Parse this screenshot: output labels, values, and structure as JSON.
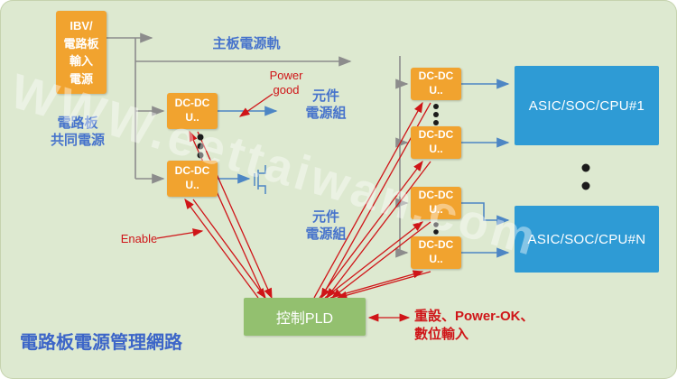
{
  "diagram": {
    "title": "電路板電源管理網路",
    "watermark": "WWW.eettaiwan.com",
    "input_power_label": "IBV/\n電路板\n輸入\n電源",
    "dcdc_units": [
      "DC-DC\nU..",
      "DC-DC\nU..",
      "DC-DC\nU..",
      "DC-DC\nU..",
      "DC-DC\nU..",
      "DC-DC\nU.."
    ],
    "loads": [
      "ASIC/SOC/CPU#1",
      "ASIC/SOC/CPU#N"
    ],
    "pld_label": "控制PLD",
    "labels": {
      "main_rail": "主板電源軌",
      "common_power": "電路板\n共同電源",
      "power_good": "Power\ngood",
      "component_group_top": "元件\n電源組",
      "component_group_bottom": "元件\n電源組",
      "enable": "Enable",
      "reset_digital_inputs": "重設、Power-OK、\n數位輸入"
    },
    "colors": {
      "canvas_bg": "#dde9d0",
      "converter_box": "#f1a32f",
      "load_box": "#2e9bd5",
      "pld_box": "#93c06f",
      "blue_text": "#4673cc",
      "red": "#cf1518",
      "gray_line": "#8c8c8c",
      "blue_line": "#4d86c4"
    }
  }
}
